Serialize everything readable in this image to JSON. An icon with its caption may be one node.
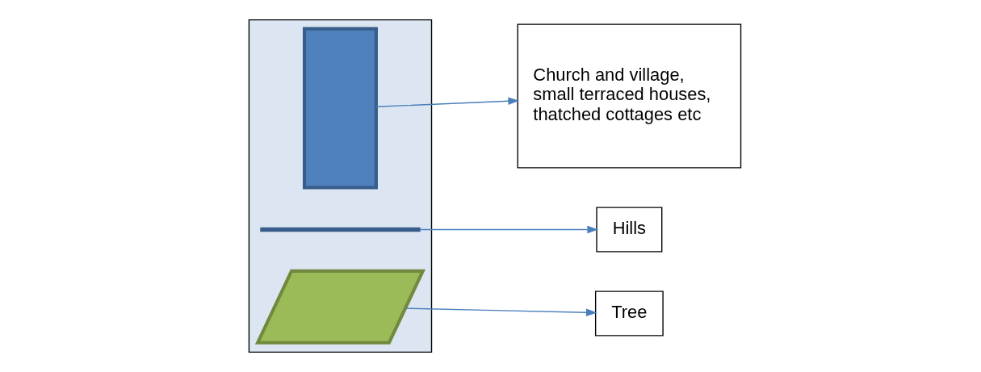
{
  "diagram": {
    "nodes": [
      {
        "text": [
          "Church and village, small terraced houses, thatched cottages etc"
        ]
      },
      {
        "text": [],
        "shape": "box"
      },
      {
        "text": [],
        "shape": "bar",
        "in": 1
      },
      {
        "text": [],
        "shape": "line",
        "in": 1
      },
      {
        "text": [],
        "shape": "parallelogram",
        "in": 1
      },
      {
        "text": [
          "Hills"
        ]
      },
      {
        "text": [
          "Tree"
        ]
      }
    ],
    "edges": [
      {
        "from": 2,
        "to": 0,
        "arrow": "to"
      },
      {
        "from": 3,
        "to": 5,
        "arrow": "to"
      },
      {
        "from": 4,
        "to": 6,
        "arrow": "to"
      }
    ]
  }
}
